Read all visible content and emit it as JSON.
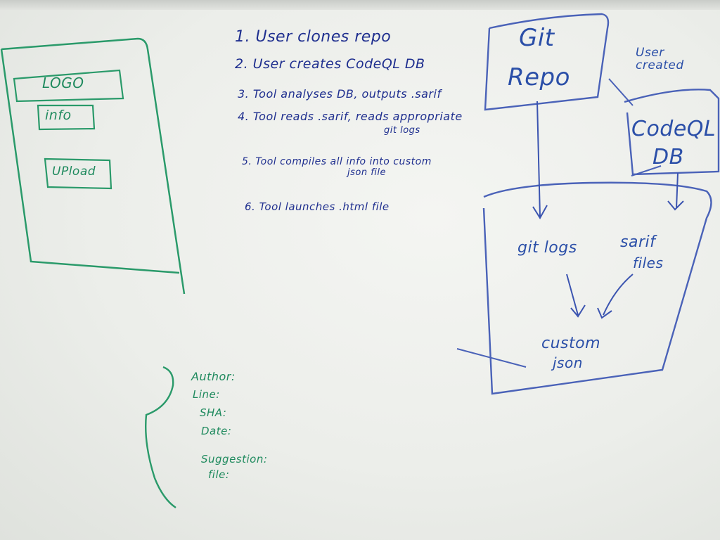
{
  "wireframe": {
    "logo": "LOGO",
    "info": "info",
    "upload": "UPload"
  },
  "steps": [
    "1. User clones repo",
    "2. User creates CodeQL DB",
    "3. Tool analyses DB, outputs .sarif",
    "4. Tool reads .sarif, reads appropriate",
    "git logs",
    "5. Tool compiles all info into custom",
    "json file",
    "6. Tool launches .html file"
  ],
  "diagram": {
    "git_repo_line1": "Git",
    "git_repo_line2": "Repo",
    "user_created": "User created",
    "codeql_line1": "CodeQL",
    "codeql_line2": "DB",
    "git_logs": "git logs",
    "sarif_line1": "sarif",
    "sarif_line2": "files",
    "custom_line1": "custom",
    "custom_line2": "json"
  },
  "fields": [
    "Author:",
    "Line:",
    "SHA:",
    "Date:",
    "Suggestion:",
    "file:"
  ],
  "colors": {
    "blue_marker": "#1f2f8f",
    "light_blue_marker": "#2b4fa8",
    "green_marker": "#1f8a5e"
  }
}
